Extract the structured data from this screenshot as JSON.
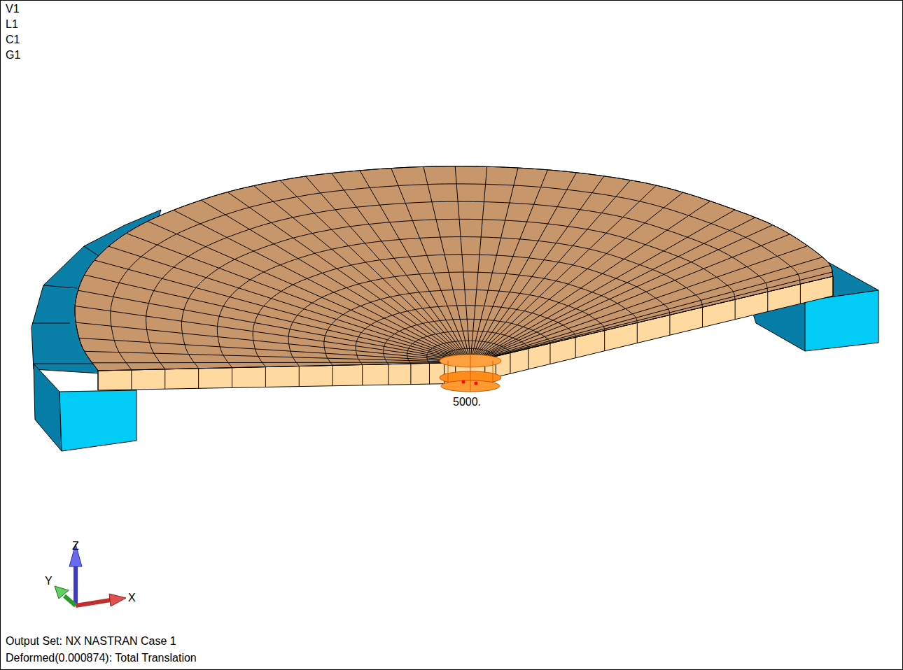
{
  "diagram": {
    "labels": [
      "V1",
      "L1",
      "C1",
      "G1",
      "5000.",
      "Z",
      "Y",
      "X",
      "Output Set: NX NASTRAN Case 1",
      "Deformed(0.000874): Total Translation"
    ]
  }
}
